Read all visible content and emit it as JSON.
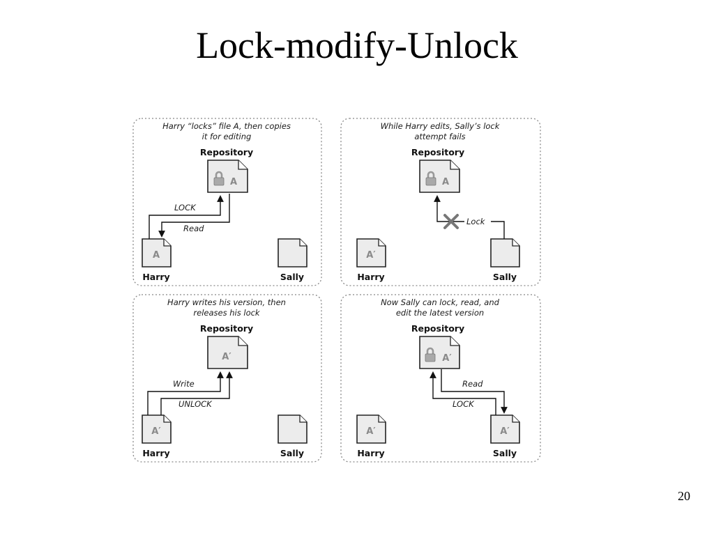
{
  "slide": {
    "title": "Lock-modify-Unlock",
    "page_number": "20"
  },
  "panels": {
    "p1": {
      "caption_line1": "Harry “locks” file A, then copies",
      "caption_line2": "it for editing",
      "repository_label": "Repository",
      "repository_file": "A",
      "repository_locked": true,
      "harry_label": "Harry",
      "harry_file": "A",
      "sally_label": "Sally",
      "sally_file": "",
      "arrow_up_label": "LOCK",
      "arrow_down_label": "Read"
    },
    "p2": {
      "caption_line1": "While Harry edits, Sally’s lock",
      "caption_line2": "attempt fails",
      "repository_label": "Repository",
      "repository_file": "A",
      "repository_locked": true,
      "harry_label": "Harry",
      "harry_file": "A′",
      "sally_label": "Sally",
      "sally_file": "",
      "arrow_label": "Lock",
      "arrow_blocked": true
    },
    "p3": {
      "caption_line1": "Harry writes his version, then",
      "caption_line2": "releases his lock",
      "repository_label": "Repository",
      "repository_file": "A′",
      "repository_locked": false,
      "harry_label": "Harry",
      "harry_file": "A′",
      "sally_label": "Sally",
      "sally_file": "",
      "arrow_outer_label": "Write",
      "arrow_inner_label": "UNLOCK"
    },
    "p4": {
      "caption_line1": "Now Sally can lock, read, and",
      "caption_line2": "edit the latest version",
      "repository_label": "Repository",
      "repository_file": "A′",
      "repository_locked": true,
      "harry_label": "Harry",
      "harry_file": "A′",
      "sally_label": "Sally",
      "sally_file": "A′",
      "arrow_down_label": "Read",
      "arrow_up_label": "LOCK"
    }
  },
  "icons": {
    "padlock": "lock-icon",
    "blocked": "x-mark-icon",
    "document": "document-icon"
  },
  "colors": {
    "document_fill": "#ececec",
    "document_text": "#8a8a8a",
    "panel_border": "#888888",
    "lock": "#a9a9a9"
  }
}
